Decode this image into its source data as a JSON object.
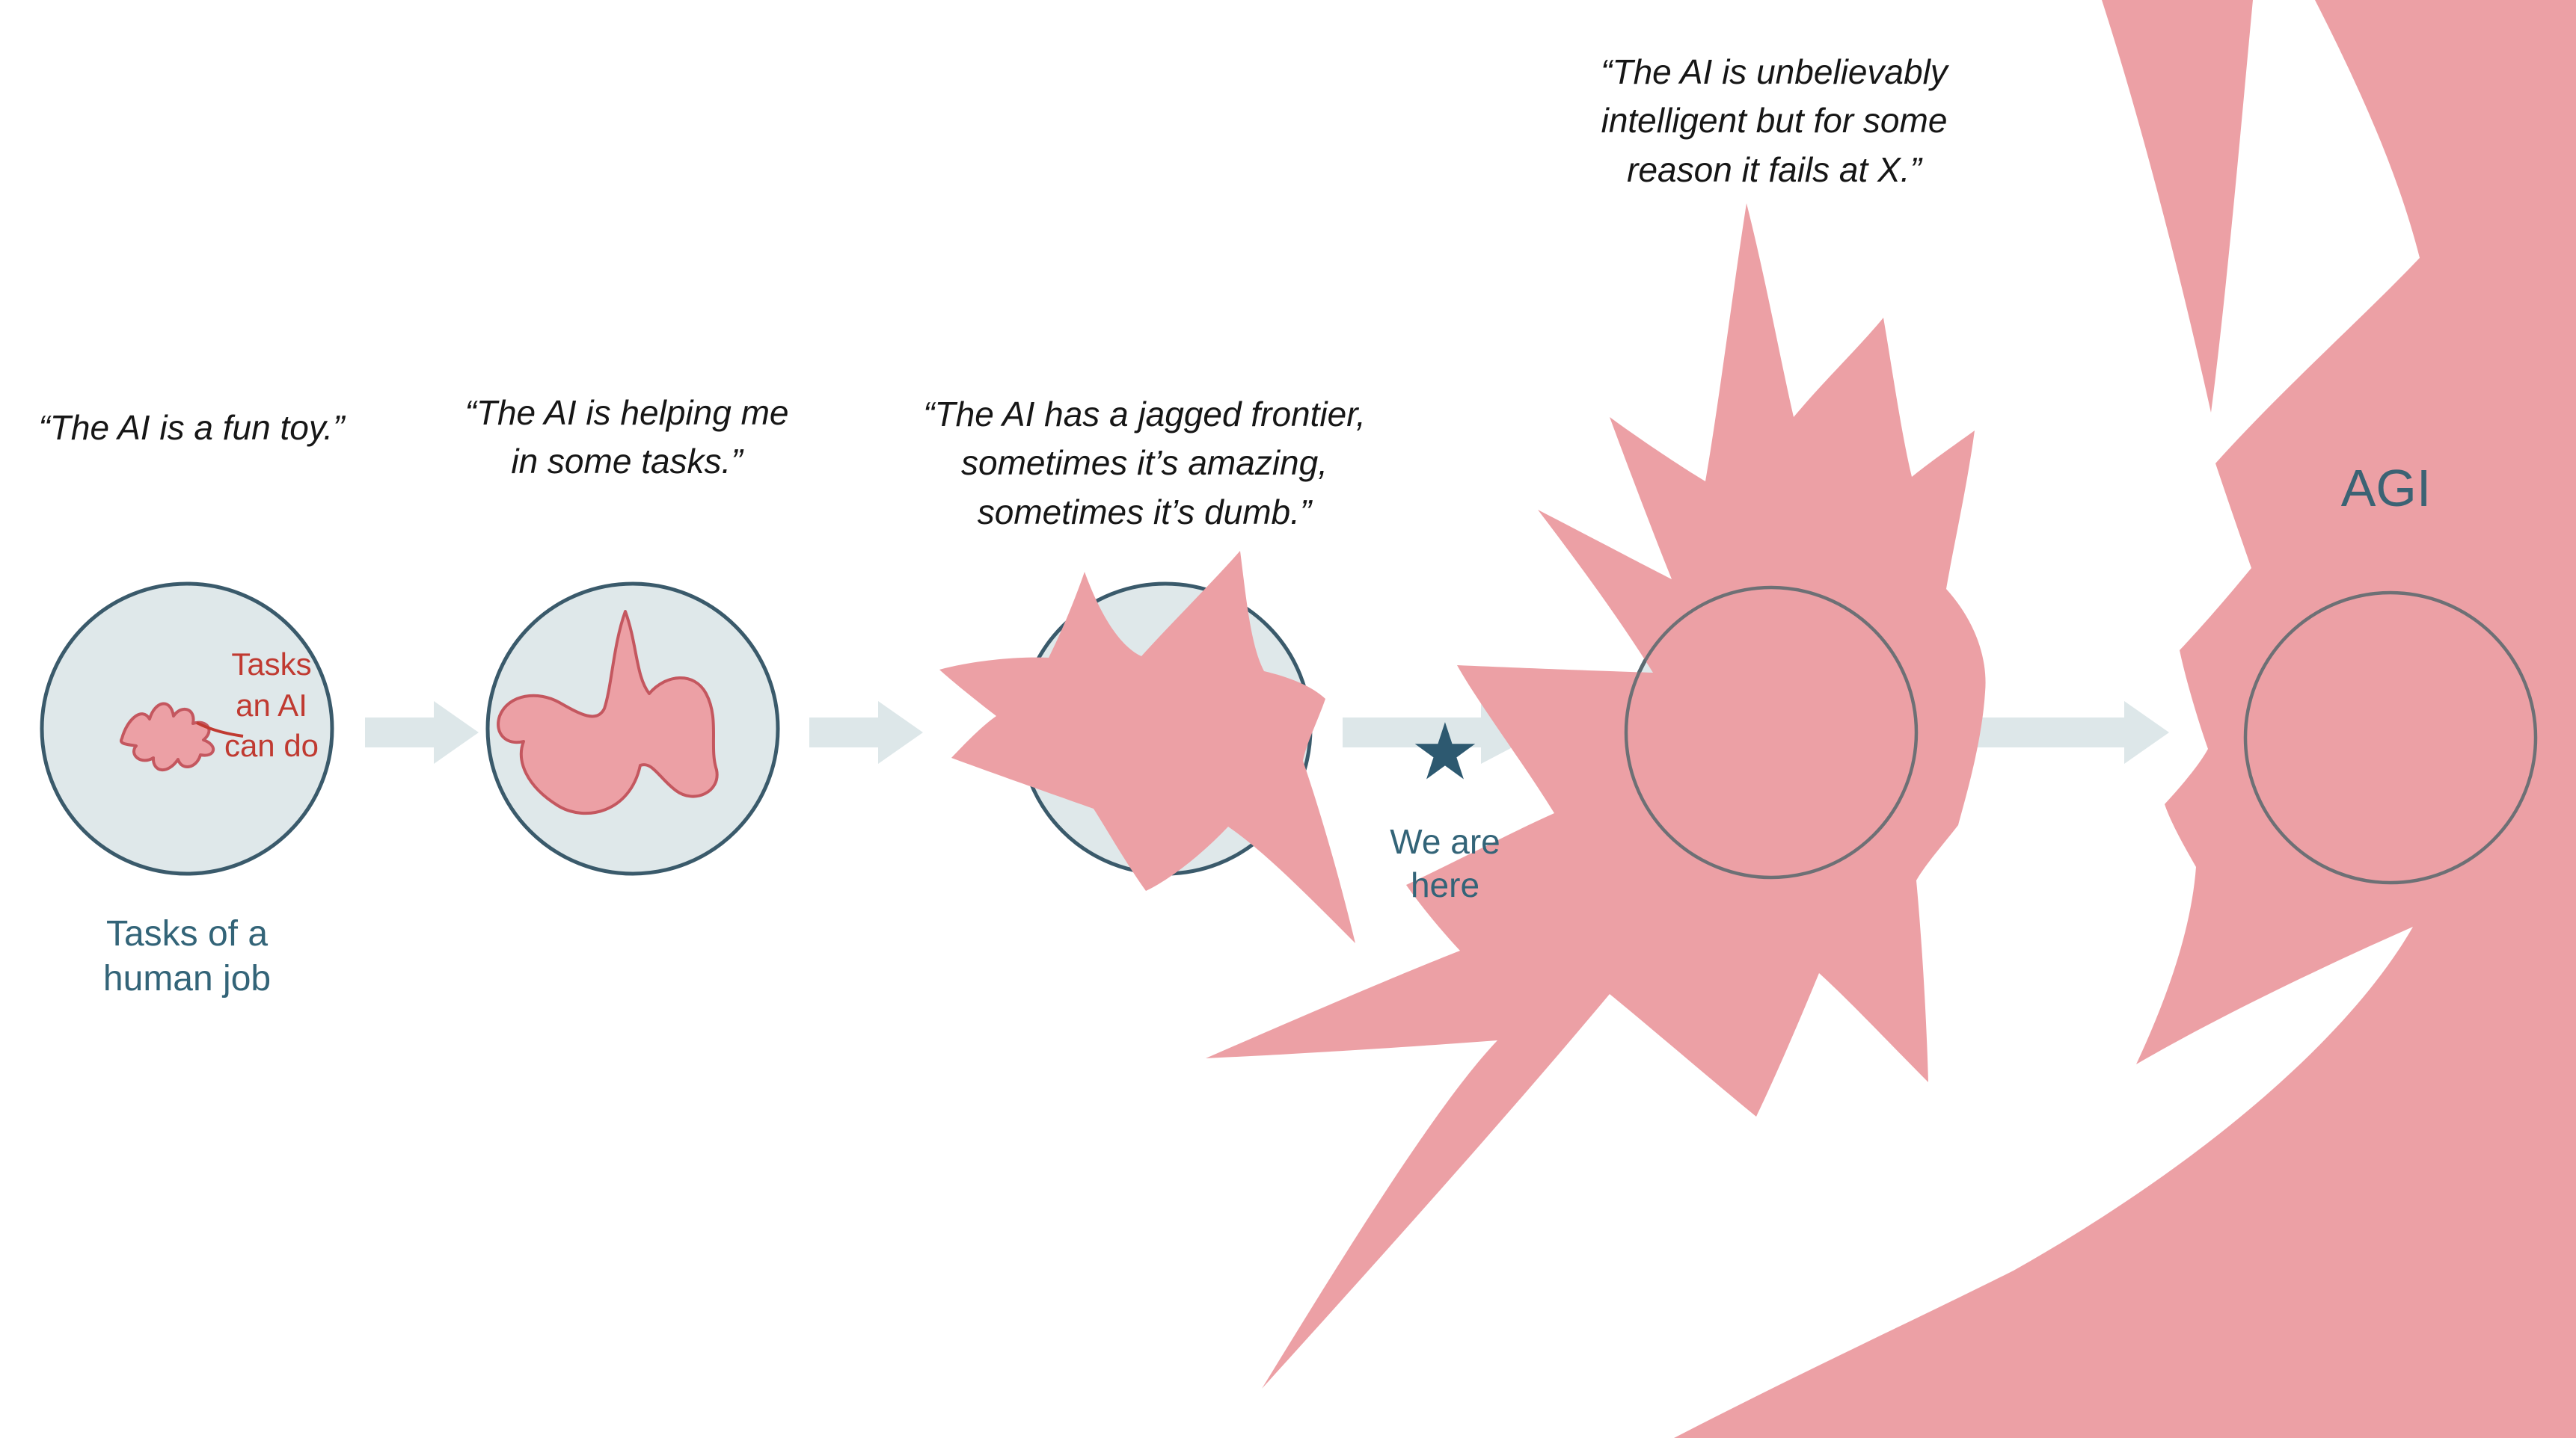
{
  "diagram_title": "Jagged frontier of AI capabilities vs tasks of a human job",
  "colors": {
    "blob_pink": "#eca0a5",
    "blob_outline": "#c4575f",
    "circle_fill": "#dfe8ea",
    "circle_stroke": "#3a5a6b",
    "circle_stroke_over_pink": "#5f6a70",
    "arrow_gray": "#dde7e9",
    "star_teal": "#2d5970",
    "quote_text": "#161616",
    "teal_text": "#336478",
    "red_text": "#c03a31"
  },
  "stages": [
    {
      "id": 1,
      "quote": "“The AI is a fun toy.”"
    },
    {
      "id": 2,
      "quote": "“The AI is helping me\nin some tasks.”"
    },
    {
      "id": 3,
      "quote": "“The AI has a jagged frontier,\nsometimes it’s amazing,\nsometimes it’s dumb.”"
    },
    {
      "id": 4,
      "quote": "“The AI is unbelievably\nintelligent but for some\nreason it fails at X.”"
    },
    {
      "id": 5,
      "label": "AGI"
    }
  ],
  "annotations": {
    "tasks_ai_label": "Tasks\nan AI\ncan do",
    "human_job_label": "Tasks of a\nhuman job",
    "we_are_here_label": "We are\nhere",
    "star_glyph": "★"
  }
}
